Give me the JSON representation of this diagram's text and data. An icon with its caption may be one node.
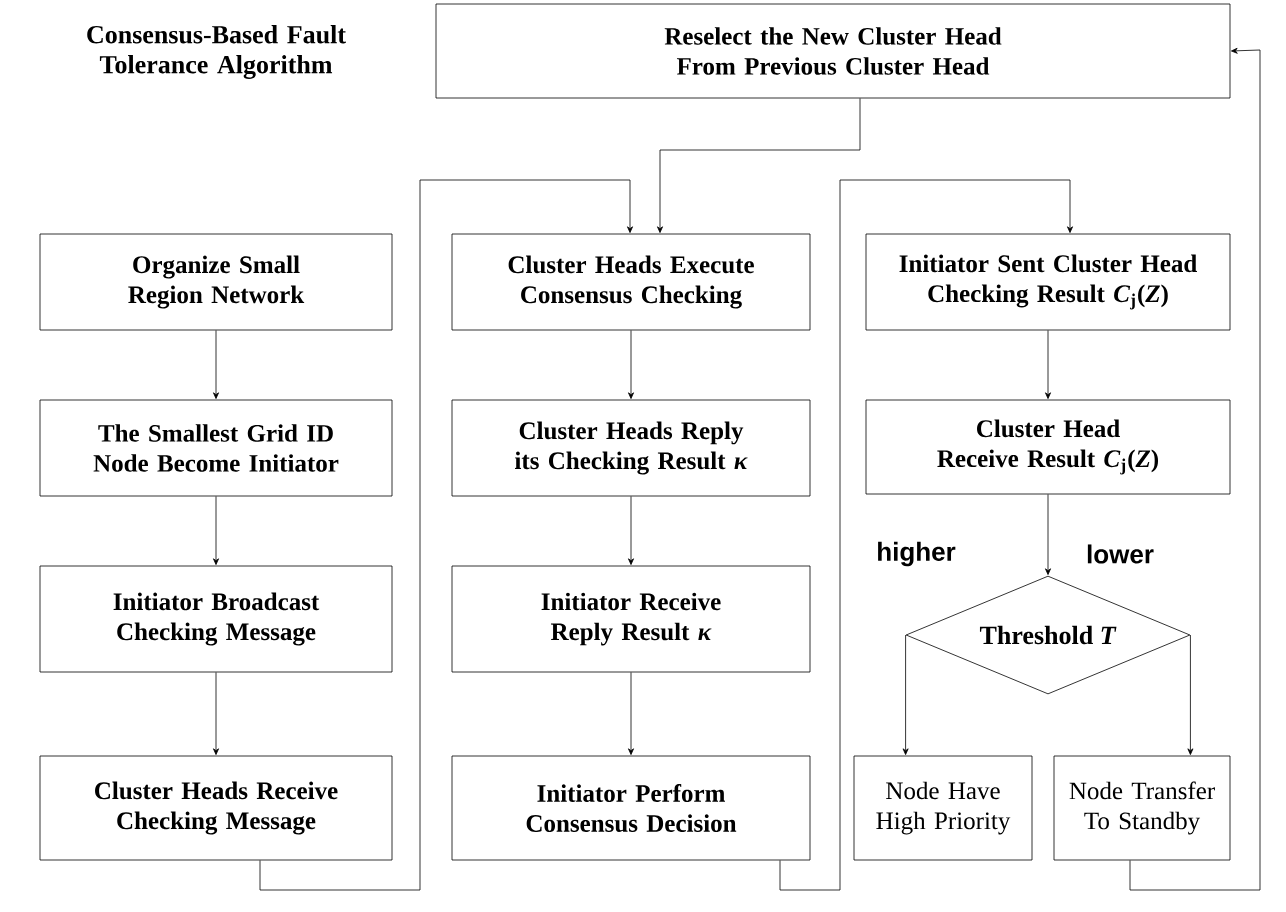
{
  "diagram": {
    "title": "Consensus-Based Fault Tolerance Algorithm",
    "nodes": [
      {
        "text": [
          "Reselect the New Cluster Head From Previous Cluster Head"
        ]
      },
      {
        "text": [
          "Organize Small Region Network"
        ]
      },
      {
        "text": [
          "The Smallest Grid ID Node Become Initiator"
        ]
      },
      {
        "text": [
          "Initiator Broadcast Checking Message"
        ]
      },
      {
        "text": [
          "Cluster Heads Receive Checking Message"
        ]
      },
      {
        "text": [
          "Cluster Heads Execute Consensus Checking"
        ]
      },
      {
        "text": [
          "Cluster Heads Reply its Checking Result *κ*"
        ]
      },
      {
        "text": [
          "Initiator Receive Reply Result *κ*"
        ]
      },
      {
        "text": [
          "Initiator Perform Consensus Decision"
        ]
      },
      {
        "text": [
          "Initiator Sent Cluster Head Checking Result *C*$_{j}$(*Z*)"
        ]
      },
      {
        "text": [
          "Cluster Head Receive Result *C*$_{j}$(*Z*)"
        ]
      },
      {
        "text": [
          "Threshold *T*"
        ]
      },
      {
        "text": [
          "Node Have High Priority"
        ]
      },
      {
        "text": [
          "Node Transfer To Standby"
        ]
      }
    ],
    "edges": [
      {
        "from": 0,
        "to": 5,
        "arrow": "to"
      },
      {
        "from": 1,
        "to": 2,
        "arrow": "to"
      },
      {
        "from": 2,
        "to": 3,
        "arrow": "to"
      },
      {
        "from": 3,
        "to": 4,
        "arrow": "to"
      },
      {
        "from": 4,
        "to": 5,
        "arrow": "to"
      },
      {
        "from": 5,
        "to": 6,
        "arrow": "to"
      },
      {
        "from": 6,
        "to": 7,
        "arrow": "to"
      },
      {
        "from": 7,
        "to": 8,
        "arrow": "to"
      },
      {
        "from": 8,
        "to": 9,
        "arrow": "to"
      },
      {
        "from": 9,
        "to": 10,
        "arrow": "to"
      },
      {
        "from": 10,
        "to": 11,
        "arrow": "to"
      },
      {
        "from": 11,
        "to": 12,
        "arrow": "to"
      },
      {
        "from": 11,
        "to": 13,
        "arrow": "to"
      },
      {
        "from": 13,
        "to": 0,
        "arrow": "to"
      }
    ],
    "labels": [
      "higher",
      "lower"
    ]
  }
}
